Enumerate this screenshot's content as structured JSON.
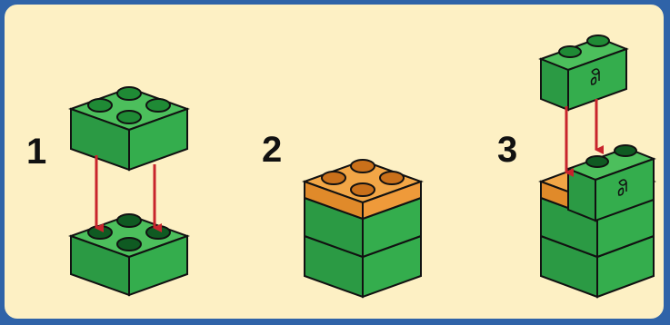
{
  "steps": [
    {
      "number": "1"
    },
    {
      "number": "2"
    },
    {
      "number": "3"
    }
  ],
  "colors": {
    "frame": "#2f63a8",
    "background": "#fdf0c4",
    "brick_green": "#2fa84a",
    "brick_green_top": "#4cbf5c",
    "brick_orange": "#ef9a3a",
    "arrow_red": "#c8242c"
  },
  "icons": [
    "arrow-down-icon",
    "fan-symbol-icon"
  ]
}
